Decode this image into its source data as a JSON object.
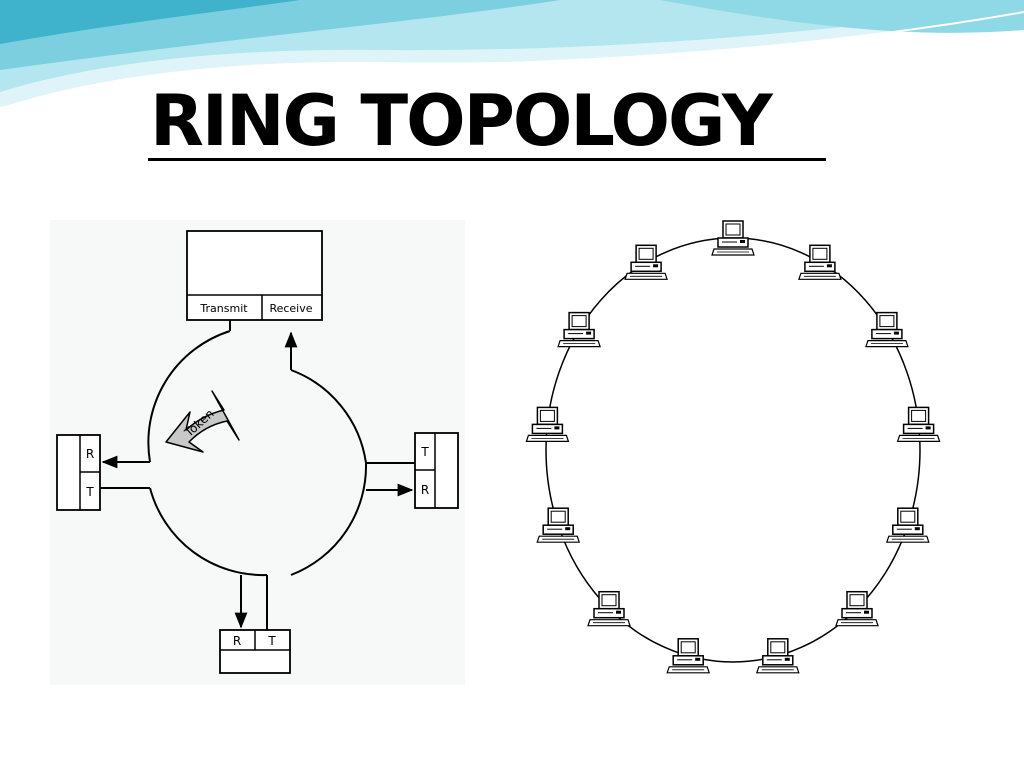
{
  "slide": {
    "title": "RING TOPOLOGY"
  },
  "token_ring_diagram": {
    "top_station": {
      "transmit_label": "Transmit",
      "receive_label": "Receive"
    },
    "left_station": {
      "upper_label": "R",
      "lower_label": "T"
    },
    "right_station": {
      "upper_label": "T",
      "lower_label": "R"
    },
    "bottom_station": {
      "left_label": "R",
      "right_label": "T"
    },
    "token_label": "Token"
  },
  "ring_network_diagram": {
    "computer_count": 13
  },
  "colors": {
    "header_wave_light": "#cfeef4",
    "header_wave_mid": "#8fd9e6",
    "header_wave_dark": "#3bb6d0",
    "title_text": "#000000",
    "token_fill": "#c8c8c8"
  }
}
